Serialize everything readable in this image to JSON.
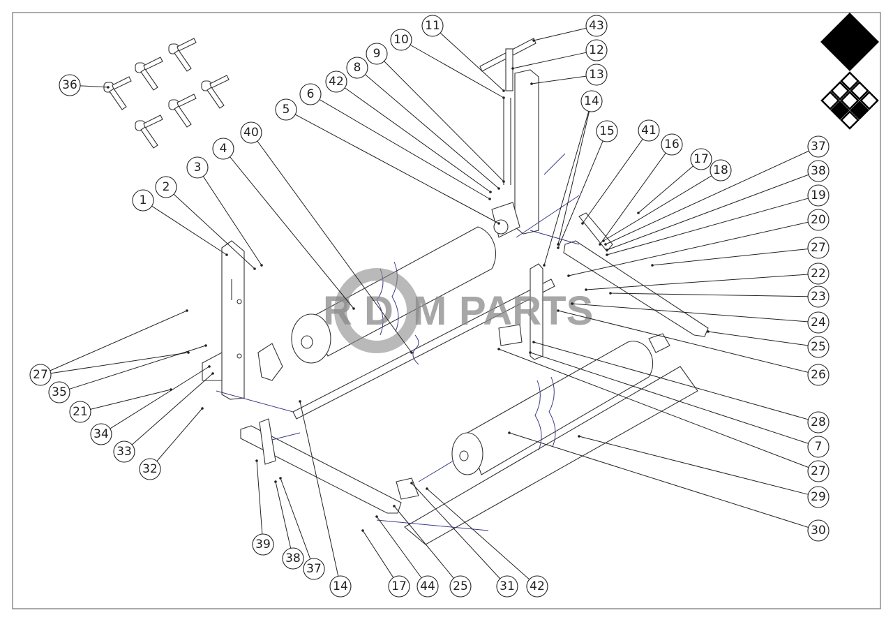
{
  "diagram": {
    "title": "Exploded parts view – roller assembly",
    "watermark": "RDM PARTS",
    "watermark_letters": [
      "R",
      "D",
      "M",
      "PARTS"
    ],
    "colors": {
      "line": "#222222",
      "guide": "#3a3a8a",
      "watermark": "#8a8a8a"
    },
    "callouts": [
      {
        "label": "43"
      },
      {
        "label": "12"
      },
      {
        "label": "13"
      },
      {
        "label": "11"
      },
      {
        "label": "10"
      },
      {
        "label": "9"
      },
      {
        "label": "8"
      },
      {
        "label": "42"
      },
      {
        "label": "6"
      },
      {
        "label": "5"
      },
      {
        "label": "40"
      },
      {
        "label": "4"
      },
      {
        "label": "3"
      },
      {
        "label": "2"
      },
      {
        "label": "1"
      },
      {
        "label": "14"
      },
      {
        "label": "15"
      },
      {
        "label": "41"
      },
      {
        "label": "16"
      },
      {
        "label": "17"
      },
      {
        "label": "18"
      },
      {
        "label": "37"
      },
      {
        "label": "38"
      },
      {
        "label": "19"
      },
      {
        "label": "20"
      },
      {
        "label": "27"
      },
      {
        "label": "22"
      },
      {
        "label": "23"
      },
      {
        "label": "24"
      },
      {
        "label": "25"
      },
      {
        "label": "26"
      },
      {
        "label": "28"
      },
      {
        "label": "7"
      },
      {
        "label": "27"
      },
      {
        "label": "29"
      },
      {
        "label": "30"
      },
      {
        "label": "36"
      },
      {
        "label": "27"
      },
      {
        "label": "35"
      },
      {
        "label": "21"
      },
      {
        "label": "34"
      },
      {
        "label": "33"
      },
      {
        "label": "32"
      },
      {
        "label": "39"
      },
      {
        "label": "38"
      },
      {
        "label": "37"
      },
      {
        "label": "14"
      },
      {
        "label": "17"
      },
      {
        "label": "44"
      },
      {
        "label": "25"
      },
      {
        "label": "31"
      },
      {
        "label": "42"
      }
    ]
  }
}
